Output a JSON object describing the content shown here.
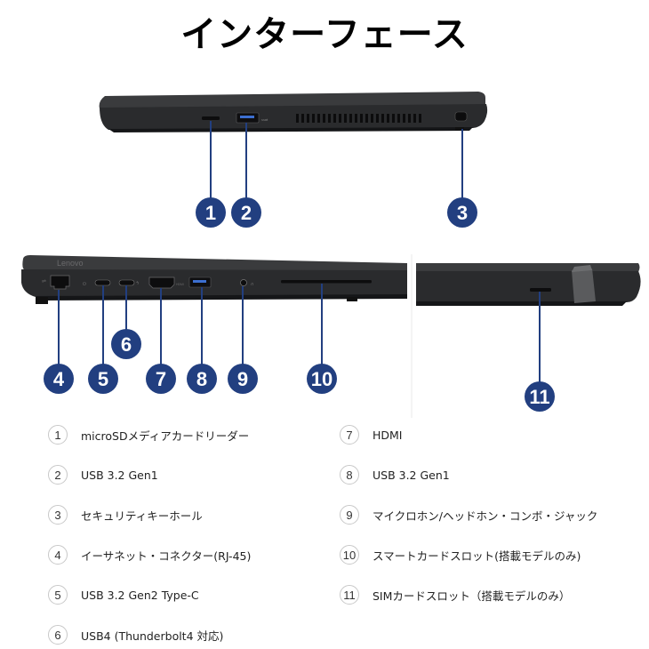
{
  "title": "インターフェース",
  "figure": {
    "logo_text": "Lenovo",
    "colors": {
      "callout_fill": "#223f80",
      "callout_line": "#223f80",
      "laptop_body": "#2b2c2e",
      "laptop_edge": "#17181a"
    },
    "callouts": [
      "1",
      "2",
      "3",
      "4",
      "5",
      "6",
      "7",
      "8",
      "9",
      "10",
      "11"
    ]
  },
  "legend": [
    {
      "num": "1",
      "label": "microSDメディアカードリーダー"
    },
    {
      "num": "2",
      "label": "USB 3.2 Gen1"
    },
    {
      "num": "3",
      "label": "セキュリティキーホール"
    },
    {
      "num": "4",
      "label": "イーサネット・コネクター(RJ-45)"
    },
    {
      "num": "5",
      "label": "USB 3.2 Gen2 Type-C"
    },
    {
      "num": "6",
      "label": "USB4 (Thunderbolt4 対応)"
    },
    {
      "num": "7",
      "label": "HDMI"
    },
    {
      "num": "8",
      "label": "USB 3.2 Gen1"
    },
    {
      "num": "9",
      "label": "マイクロホン/ヘッドホン・コンボ・ジャック"
    },
    {
      "num": "10",
      "label": "スマートカードスロット(搭載モデルのみ)"
    },
    {
      "num": "11",
      "label": "SIMカードスロット（搭載モデルのみ）"
    }
  ]
}
